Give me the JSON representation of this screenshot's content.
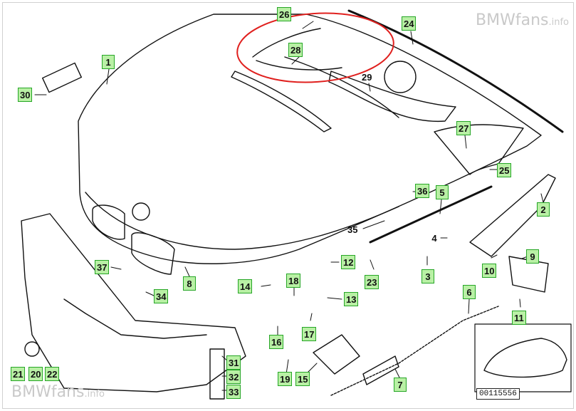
{
  "watermark": {
    "brand": "BMWfans",
    "suffix": ".info"
  },
  "document_id": "00115556",
  "highlight_color": "#e0201e",
  "callout_fill": "#b9f0a5",
  "callout_border": "#26a626",
  "labels": {
    "p1": "1",
    "p2": "2",
    "p3": "3",
    "p4": "4",
    "p5": "5",
    "p6": "6",
    "p7": "7",
    "p8": "8",
    "p9": "9",
    "p10": "10",
    "p11": "11",
    "p12": "12",
    "p13": "13",
    "p14": "14",
    "p15": "15",
    "p16": "16",
    "p17": "17",
    "p18": "18",
    "p19": "19",
    "p20": "20",
    "p21": "21",
    "p22": "22",
    "p23": "23",
    "p24": "24",
    "p25": "25",
    "p26": "26",
    "p27": "27",
    "p28": "28",
    "p29": "29",
    "p30": "30",
    "p31": "31",
    "p32": "32",
    "p33": "33",
    "p34": "34",
    "p35": "35",
    "p36": "36",
    "p37": "37"
  }
}
